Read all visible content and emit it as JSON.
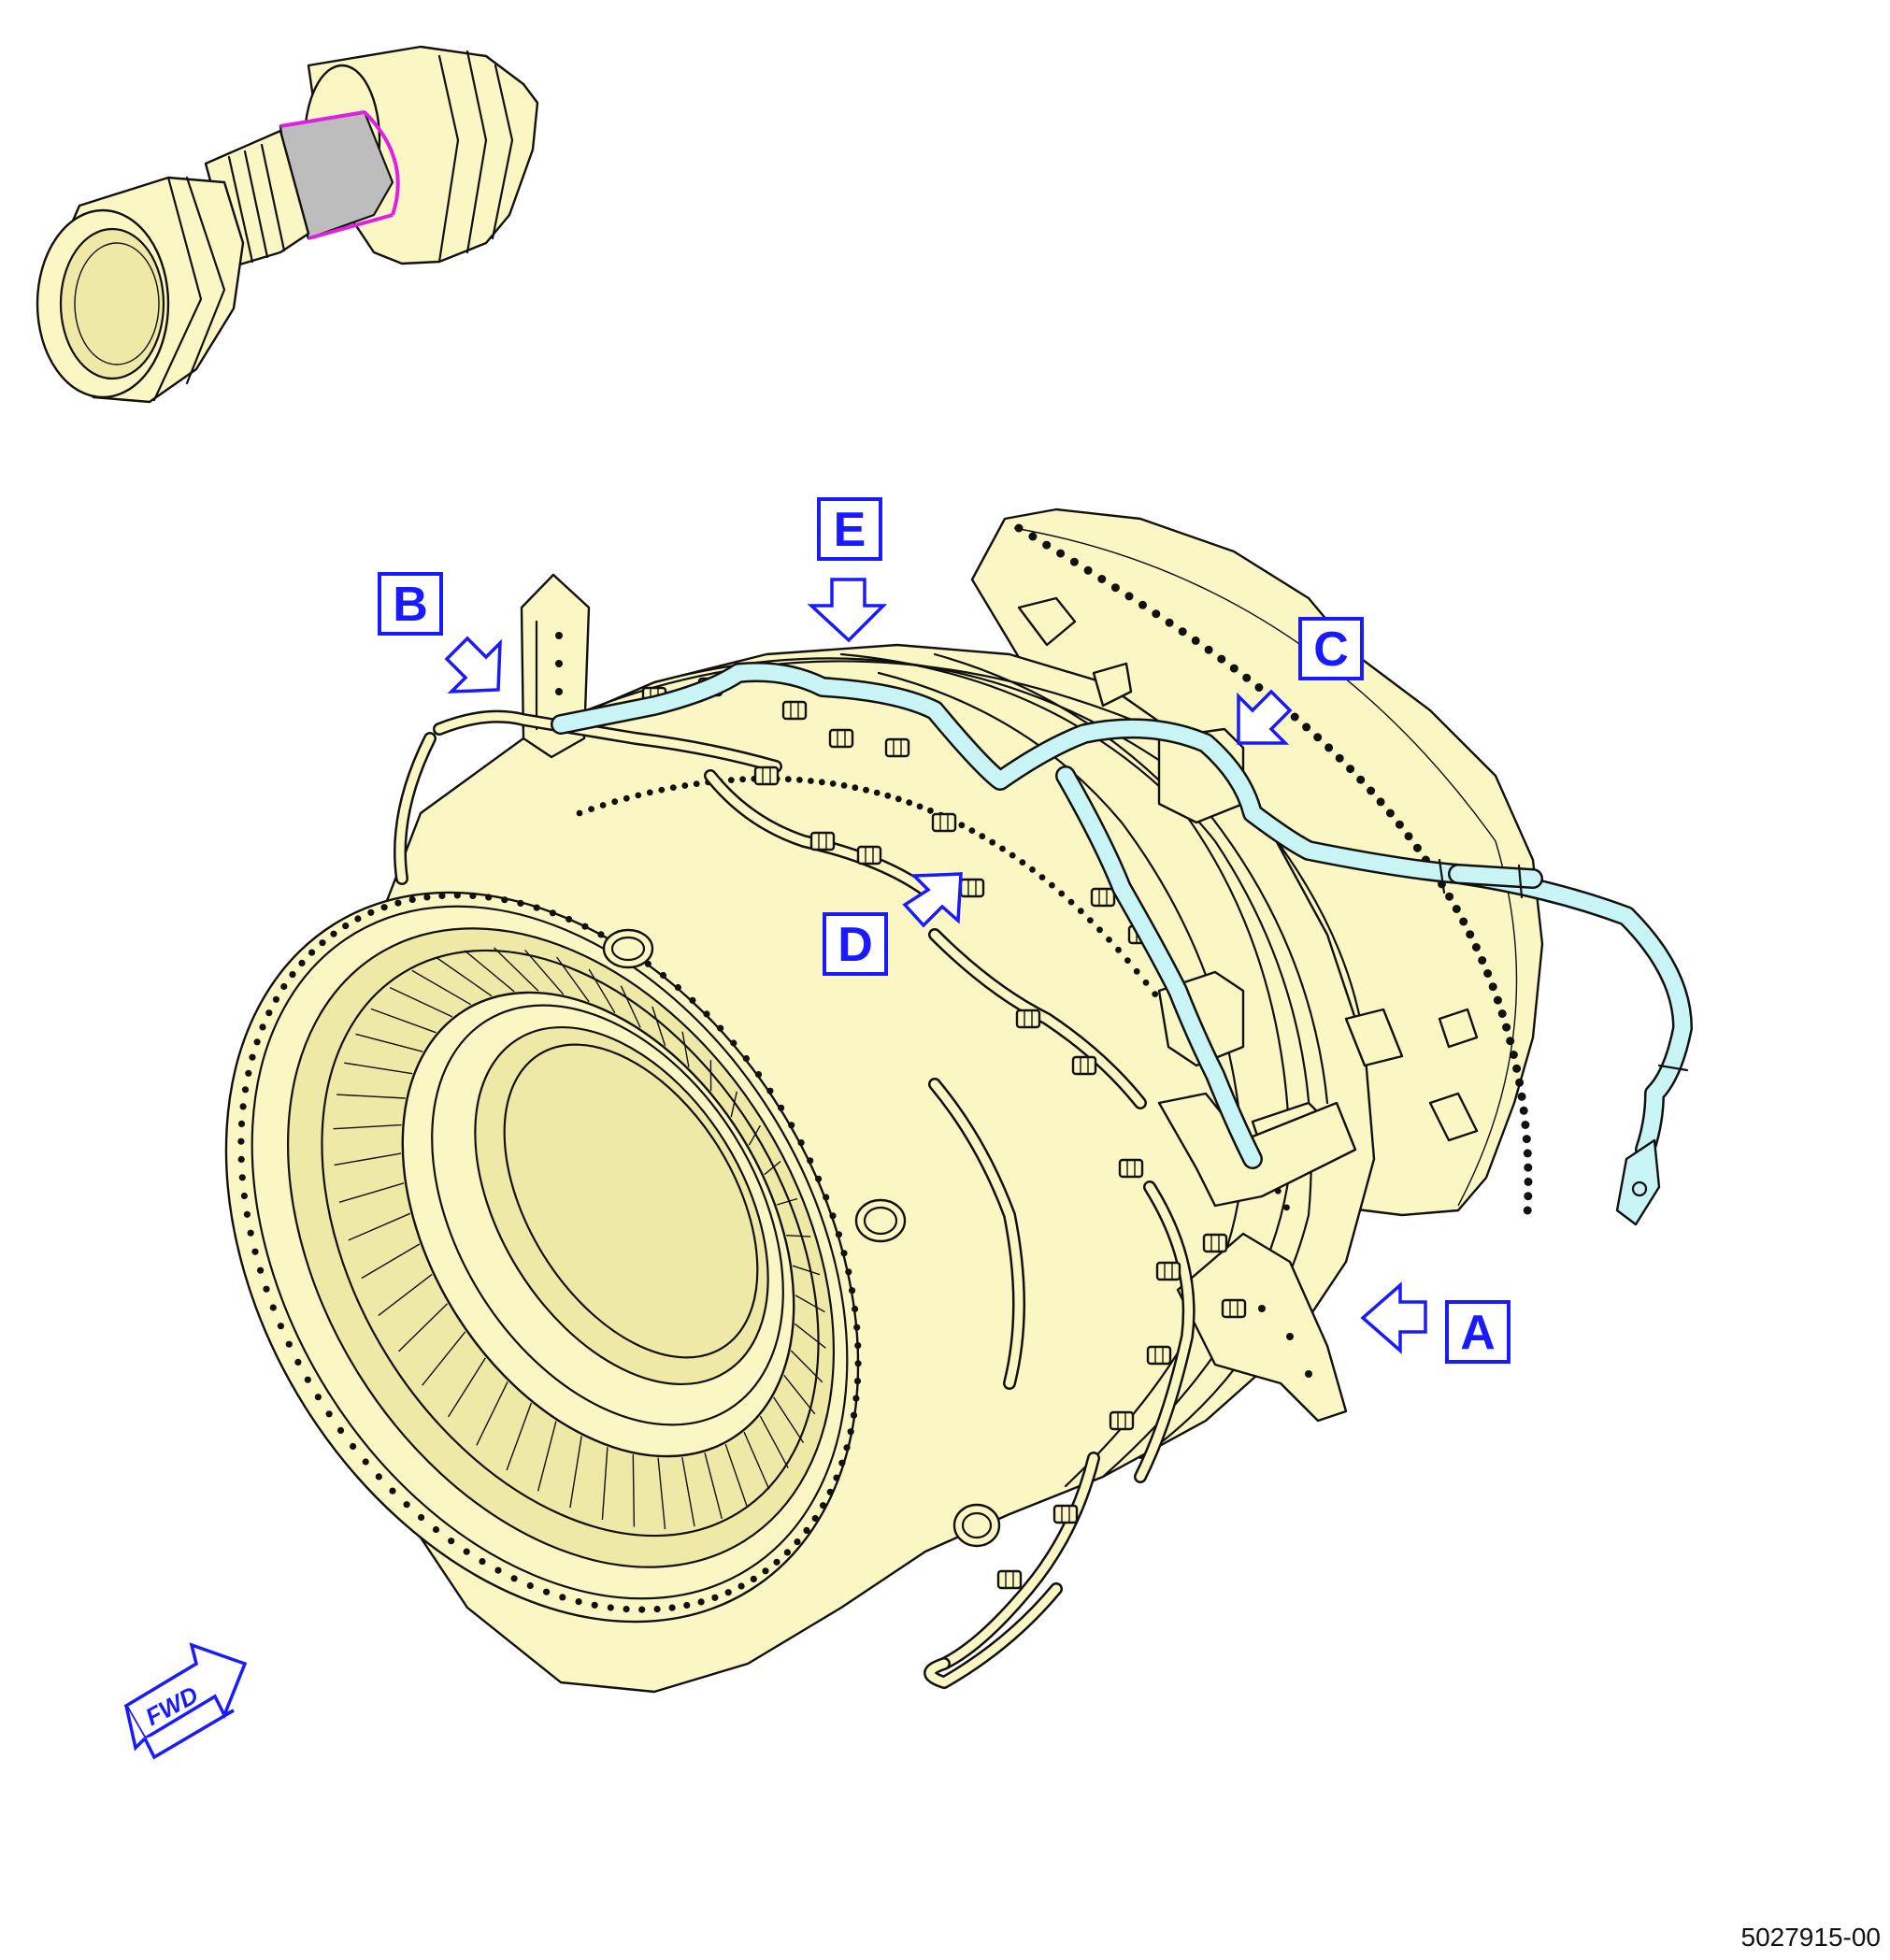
{
  "callouts": {
    "A": "A",
    "B": "B",
    "C": "C",
    "D": "D",
    "E": "E"
  },
  "fwd_label": "FWD",
  "drawing_number": "5027915-00",
  "colors": {
    "component": "#fbf7c4",
    "tube_highlight": "#c8f4f6",
    "callout_blue": "#1a1aff",
    "location_highlight": "#e020e0",
    "location_fill": "#bdbdbd"
  }
}
